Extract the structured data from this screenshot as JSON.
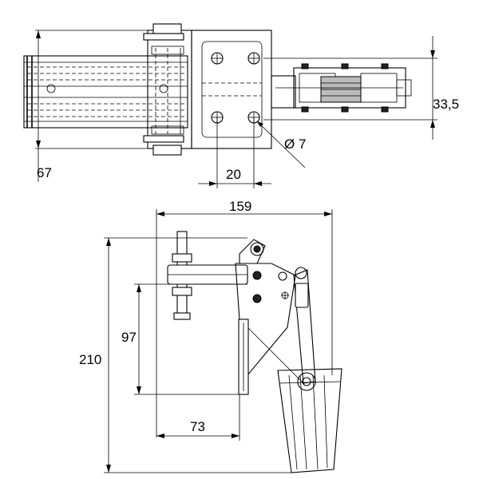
{
  "top_view": {
    "dim_width": "67",
    "dim_hole_spacing_v": "33,5",
    "dim_hole_spacing_h": "20",
    "dim_hole_dia": "Ø 7"
  },
  "side_view": {
    "dim_overall_length": "159",
    "dim_height_97": "97",
    "dim_overall_height": "210",
    "dim_base_73": "73"
  }
}
